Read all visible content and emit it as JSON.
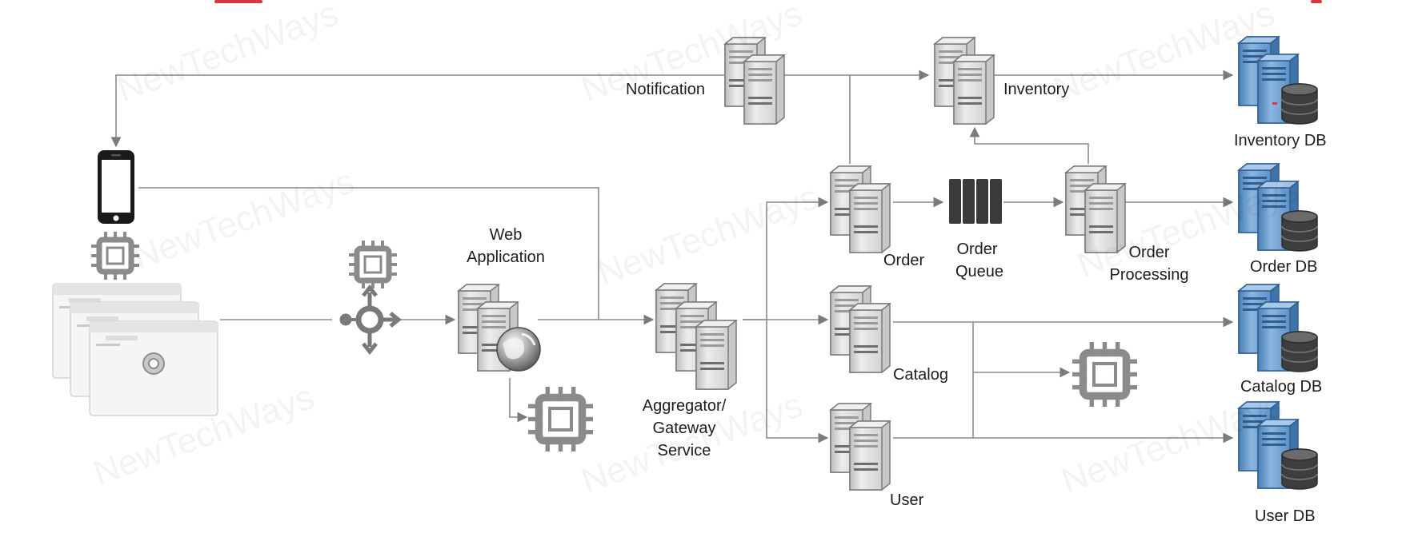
{
  "watermark": "NewTechWays",
  "colors": {
    "line": "#8a8a8a",
    "server_light": "#e6e6e6",
    "server_dark": "#b5b5b5",
    "db_blue": "#5e93c9",
    "chip": "#8b8b8b",
    "queue": "#3b3b3b",
    "accent_red": "#d8383f"
  },
  "nodes": {
    "notification": {
      "label": "Notification",
      "icon": "server-stack-icon"
    },
    "inventory": {
      "label": "Inventory",
      "icon": "server-stack-icon"
    },
    "inventory_db": {
      "label": "Inventory DB",
      "icon": "database-server-icon"
    },
    "order": {
      "label": "Order",
      "icon": "server-stack-icon"
    },
    "order_queue": {
      "label_line1": "Order",
      "label_line2": "Queue",
      "icon": "queue-icon"
    },
    "order_processing": {
      "label_line1": "Order",
      "label_line2": "Processing",
      "icon": "server-stack-icon"
    },
    "order_db": {
      "label": "Order DB",
      "icon": "database-server-icon"
    },
    "catalog": {
      "label": "Catalog",
      "icon": "server-stack-icon"
    },
    "catalog_db": {
      "label": "Catalog DB",
      "icon": "database-server-icon"
    },
    "user": {
      "label": "User",
      "icon": "server-stack-icon"
    },
    "user_db": {
      "label": "User DB",
      "icon": "database-server-icon"
    },
    "web_application": {
      "label_line1": "Web",
      "label_line2": "Application",
      "icon": "web-server-globe-icon"
    },
    "aggregator": {
      "label_line1": "Aggregator/",
      "label_line2": "Gateway",
      "label_line3": "Service",
      "icon": "server-stack-icon"
    },
    "load_balancer": {
      "icon": "load-balancer-icon"
    },
    "mobile_client": {
      "icon": "smartphone-icon"
    },
    "browser_clients": {
      "icon": "browser-windows-icon"
    },
    "compute_units": {
      "icon": "cpu-chip-icon"
    }
  }
}
